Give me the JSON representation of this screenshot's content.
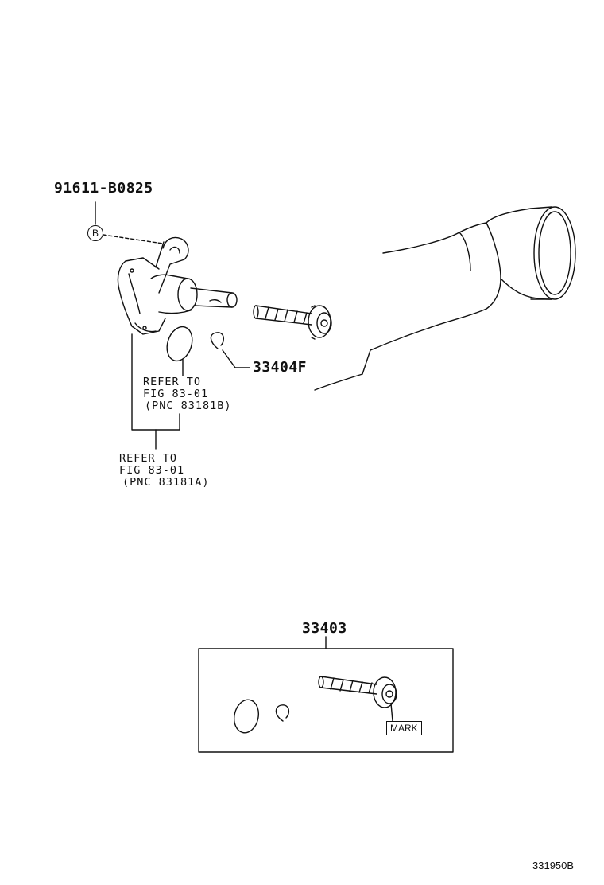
{
  "parts": {
    "bolt": "91611-B0825",
    "clip": "33404F",
    "kit": "33403"
  },
  "ref_letter": "B",
  "note_b": {
    "line1": "REFER TO",
    "line2": "FIG 83-01",
    "line3": "(PNC 83181B)"
  },
  "note_a": {
    "line1": "REFER TO",
    "line2": "FIG 83-01",
    "line3": "(PNC 83181A)"
  },
  "mark_label": "MARK",
  "figure_code": "331950B",
  "colors": {
    "ink": "#111111",
    "paper": "#ffffff"
  }
}
